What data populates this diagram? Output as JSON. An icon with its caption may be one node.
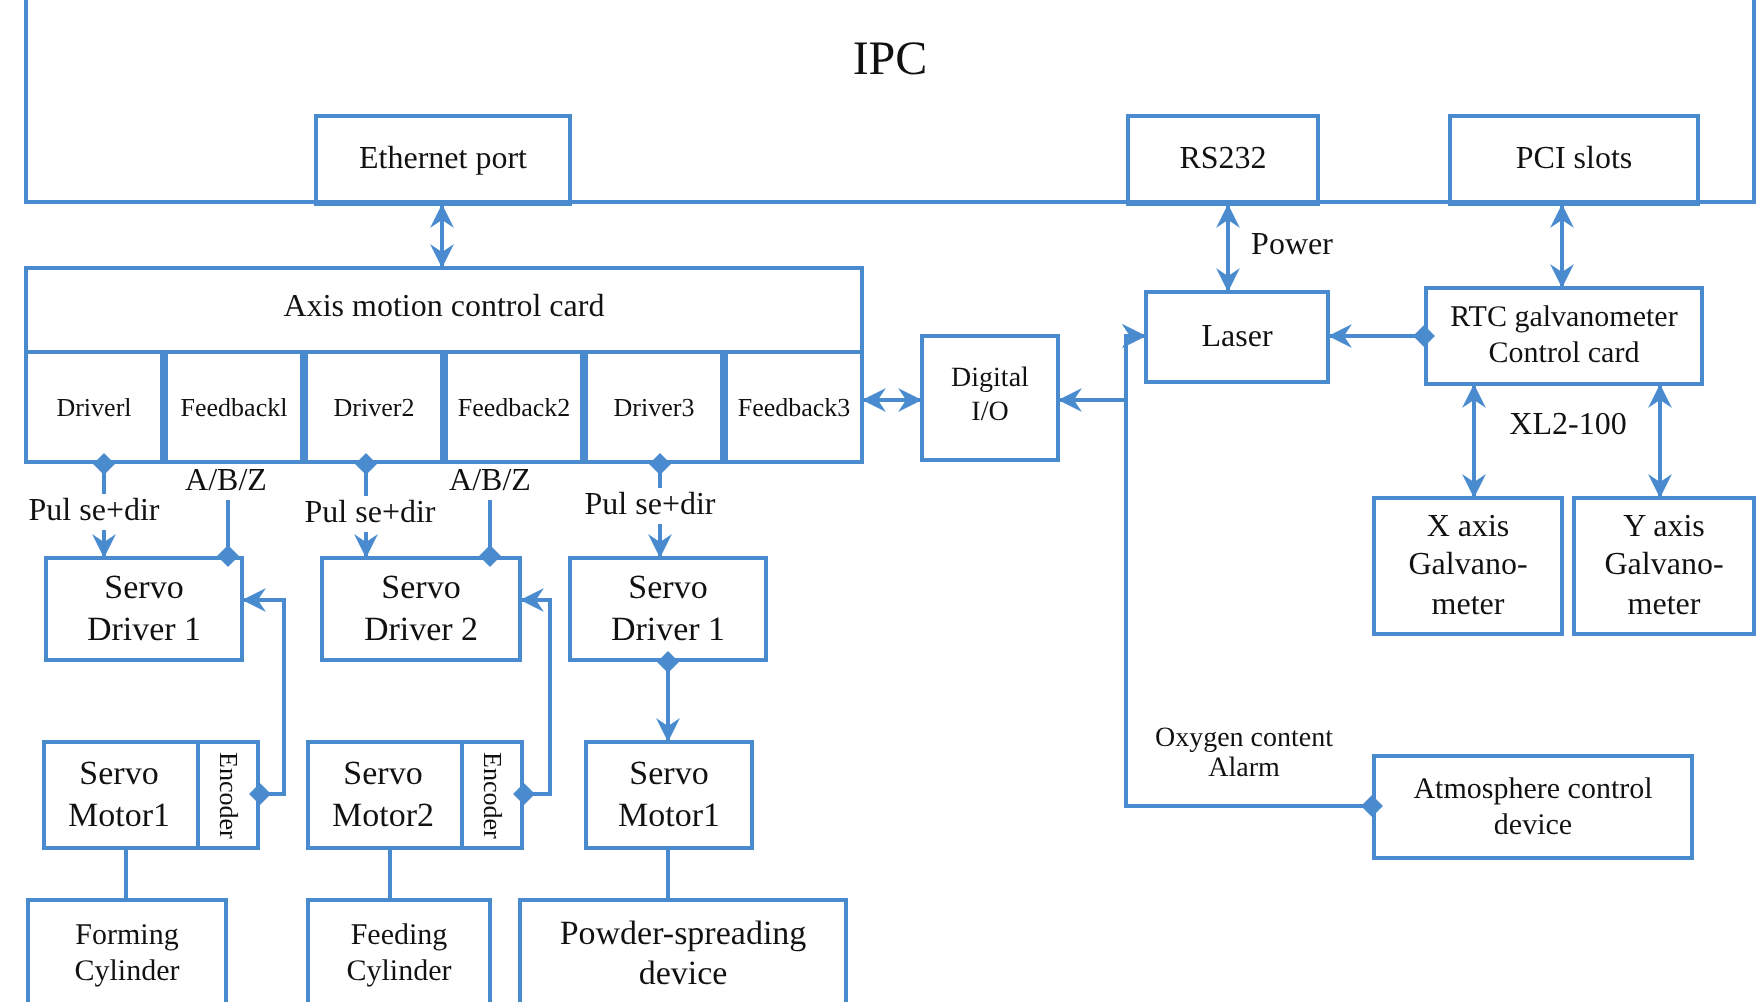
{
  "diagram": {
    "nodes": [
      {
        "text": [
          "IPC"
        ]
      },
      {
        "text": [
          "Ethernet port"
        ],
        "in": 0
      },
      {
        "text": [
          "RS232"
        ],
        "in": 0
      },
      {
        "text": [
          "PCI slots"
        ],
        "in": 0
      },
      {
        "text": [
          "Axis motion control card"
        ]
      },
      {
        "text": [
          "Driverl"
        ],
        "in": 4
      },
      {
        "text": [
          "Feedbackl"
        ],
        "in": 4
      },
      {
        "text": [
          "Driver2"
        ],
        "in": 4
      },
      {
        "text": [
          "Feedback2"
        ],
        "in": 4
      },
      {
        "text": [
          "Driver3"
        ],
        "in": 4
      },
      {
        "text": [
          "Feedback3"
        ],
        "in": 4
      },
      {
        "text": [
          "Digital I/O"
        ]
      },
      {
        "text": [
          "Laser"
        ]
      },
      {
        "text": [
          "RTC galvanometer Control card"
        ]
      },
      {
        "text": [
          "X axis Galvano- meter"
        ]
      },
      {
        "text": [
          "Y axis Galvano- meter"
        ]
      },
      {
        "text": [
          "Servo Driver 1"
        ]
      },
      {
        "text": [
          "Servo Driver 2"
        ]
      },
      {
        "text": [
          "Servo Driver 1"
        ]
      },
      {
        "text": [
          "Servo Motor1"
        ]
      },
      {
        "text": [
          "Encoder"
        ],
        "in": 19
      },
      {
        "text": [
          "Servo Motor2"
        ]
      },
      {
        "text": [
          "Encoder"
        ],
        "in": 21
      },
      {
        "text": [
          "Servo Motor1"
        ]
      },
      {
        "text": [
          "Forming Cylinder"
        ]
      },
      {
        "text": [
          "Feeding Cylinder"
        ]
      },
      {
        "text": [
          "Powder-spreading device"
        ]
      },
      {
        "text": [
          "Atmosphere control device"
        ]
      }
    ],
    "edges": [
      {
        "from": 1,
        "to": 4,
        "arrow": "both"
      },
      {
        "from": 2,
        "to": 12,
        "arrow": "both",
        "label": "Power"
      },
      {
        "from": 3,
        "to": 13,
        "arrow": "both"
      },
      {
        "from": 10,
        "to": 11,
        "arrow": "both"
      },
      {
        "from": 11,
        "to": 12,
        "arrow": "both"
      },
      {
        "from": 13,
        "to": 12,
        "arrow": "to"
      },
      {
        "from": 13,
        "to": 14,
        "arrow": "both",
        "label": "XL2-100"
      },
      {
        "from": 13,
        "to": 15,
        "arrow": "both"
      },
      {
        "from": 5,
        "to": 16,
        "arrow": "to",
        "label": "Pul se+dir"
      },
      {
        "from": 16,
        "to": 6,
        "arrow": "to",
        "label": "A/B/Z"
      },
      {
        "from": 7,
        "to": 17,
        "arrow": "to",
        "label": "Pul se+dir"
      },
      {
        "from": 17,
        "to": 8,
        "arrow": "to",
        "label": "A/B/Z"
      },
      {
        "from": 9,
        "to": 18,
        "arrow": "to",
        "label": "Pul se+dir"
      },
      {
        "from": 20,
        "to": 16,
        "arrow": "to"
      },
      {
        "from": 22,
        "to": 17,
        "arrow": "to"
      },
      {
        "from": 18,
        "to": 23,
        "arrow": "to"
      },
      {
        "from": 19,
        "to": 24,
        "arrow": "none"
      },
      {
        "from": 21,
        "to": 25,
        "arrow": "none"
      },
      {
        "from": 23,
        "to": 26,
        "arrow": "none"
      },
      {
        "from": 27,
        "to": 12,
        "arrow": "to",
        "label": "Oxygen content Alarm"
      }
    ]
  }
}
